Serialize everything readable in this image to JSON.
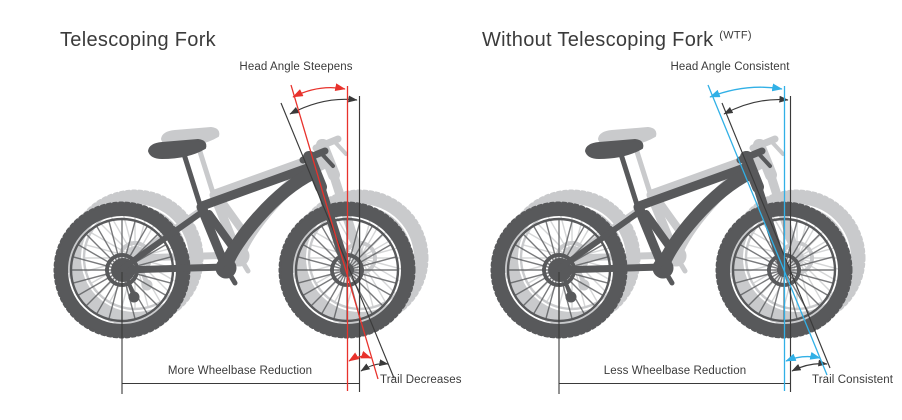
{
  "panels": [
    {
      "id": "telescoping-fork",
      "title": "Telescoping Fork",
      "title_suffix": "",
      "head_angle_label": "Head Angle Steepens",
      "wheelbase_label": "More Wheelbase Reduction",
      "trail_label": "Trail Decreases",
      "accent_color": "#e8322c"
    },
    {
      "id": "without-telescoping-fork",
      "title": "Without Telescoping Fork",
      "title_suffix": "(WTF)",
      "head_angle_label": "Head Angle Consistent",
      "wheelbase_label": "Less Wheelbase Reduction",
      "trail_label": "Trail Consistent",
      "accent_color": "#31b0e6"
    }
  ],
  "colors": {
    "bike": "#58595b",
    "ghost": "#c9cacc",
    "line": "#3a3a3a",
    "text": "#3b3b3b",
    "background": "#ffffff"
  }
}
